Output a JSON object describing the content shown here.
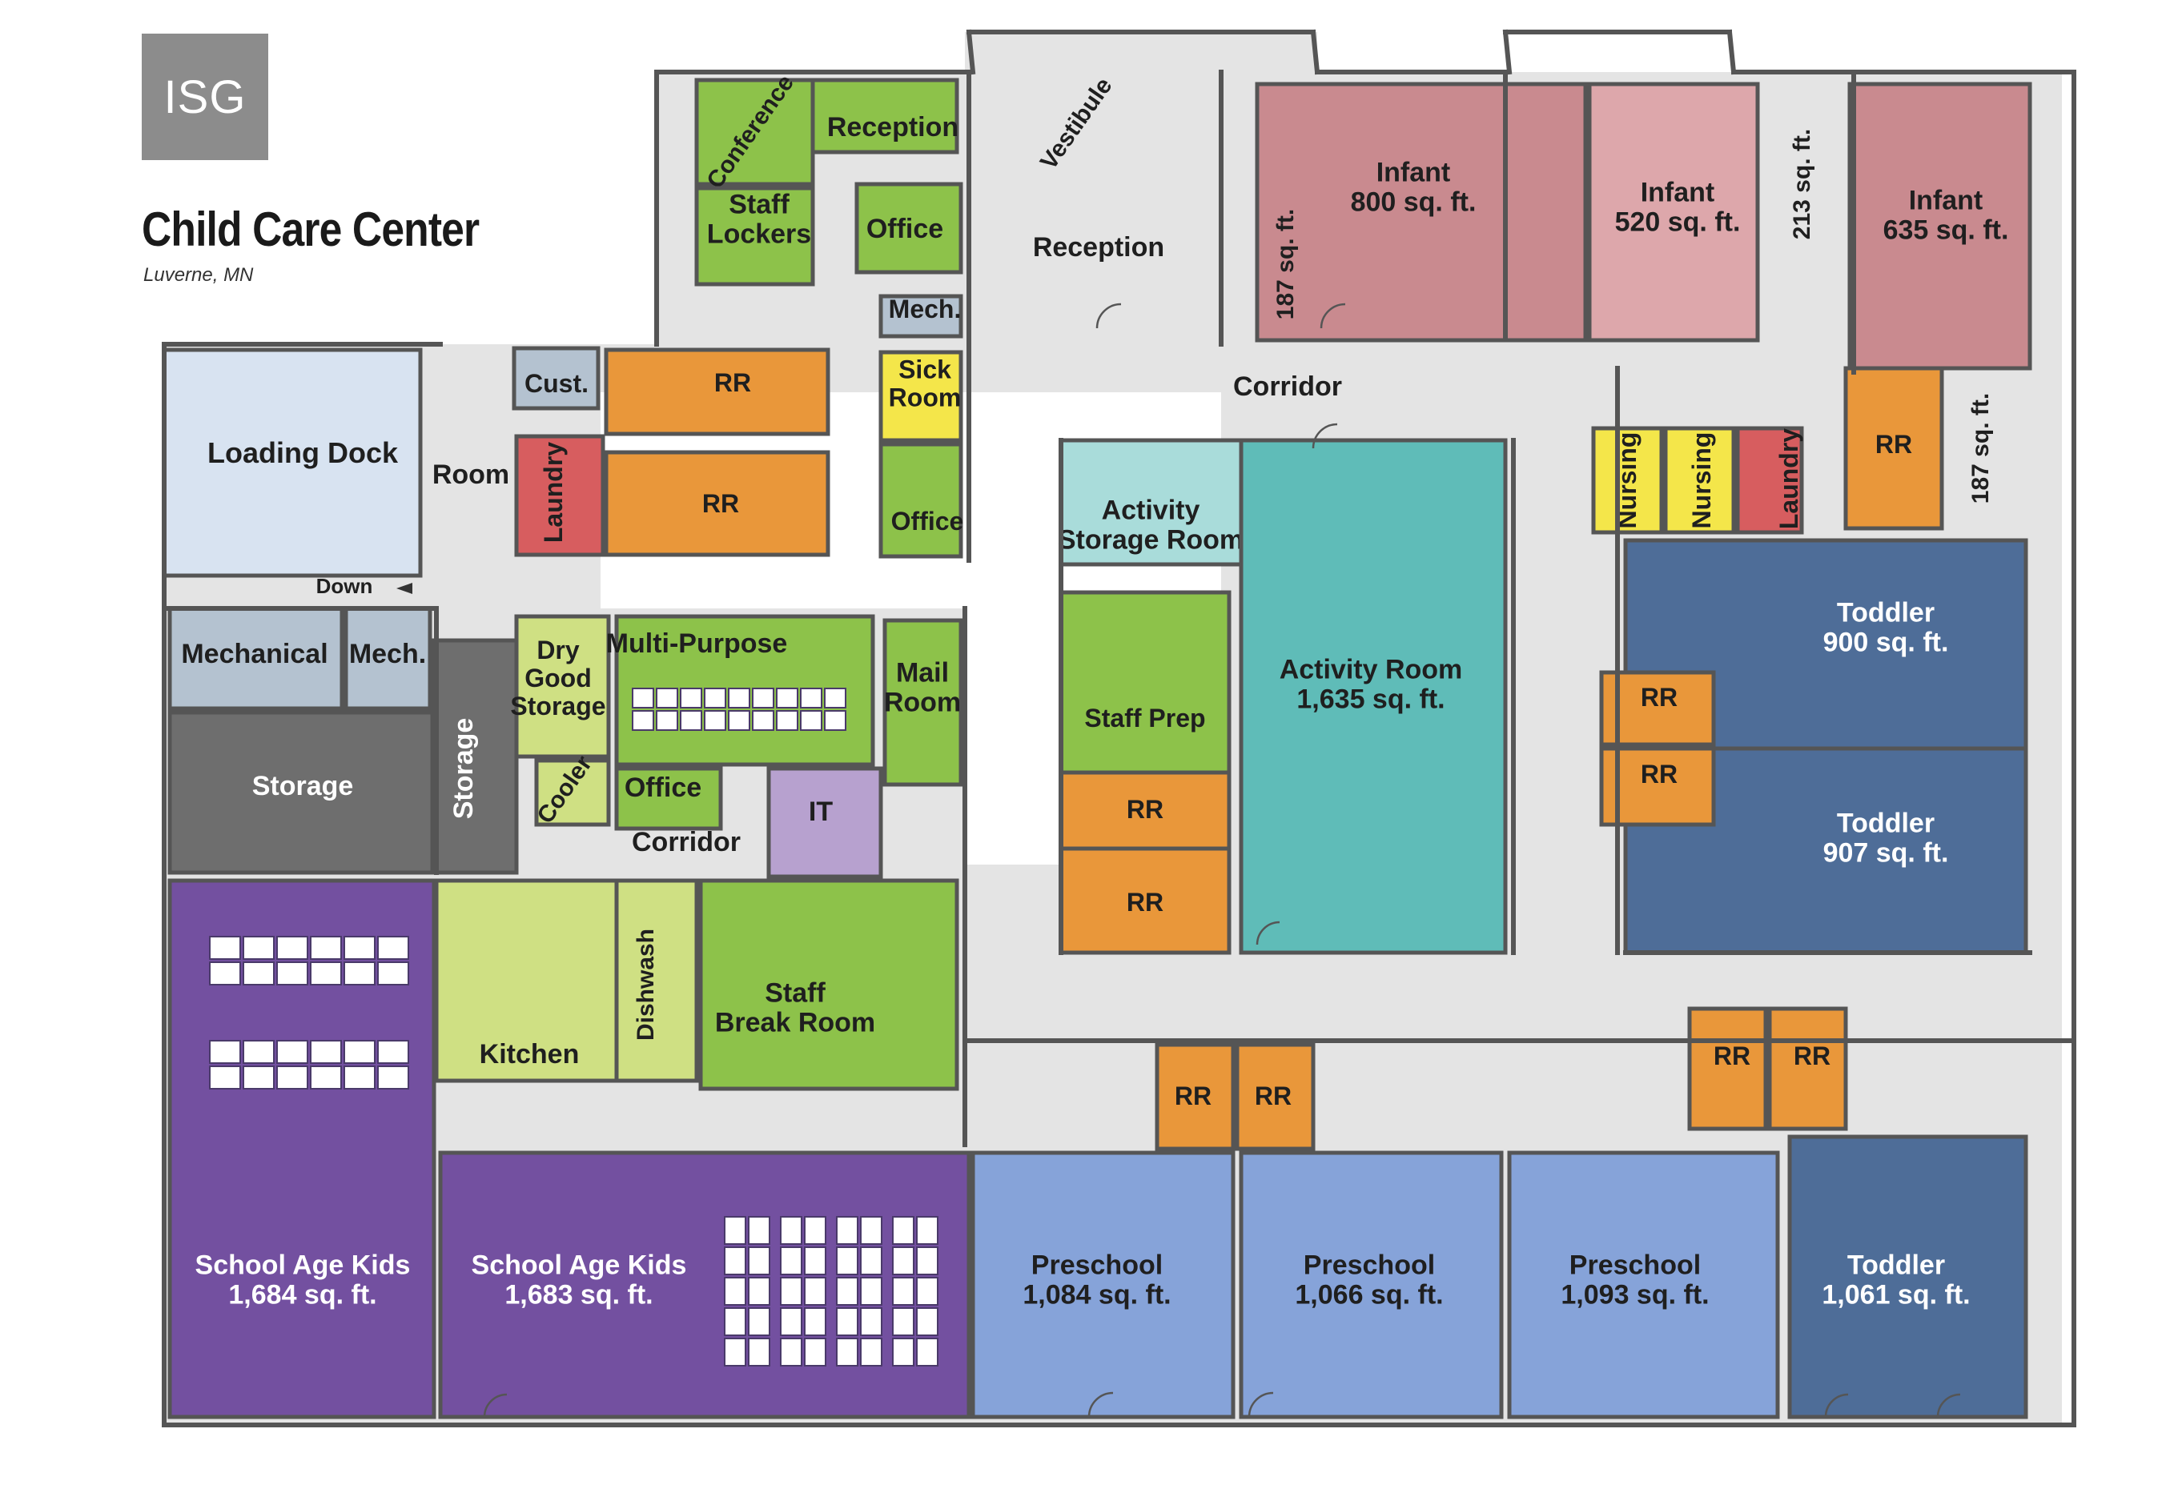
{
  "header": {
    "logo_text": "ISG",
    "title": "Child Care Center",
    "subtitle": "Luverne, MN"
  },
  "colors": {
    "wall": "#555555",
    "corridor": "#e4e4e4",
    "infant_dark": "#c98a8f",
    "infant_light": "#dda7ab",
    "toddler": "#4e6d98",
    "preschool": "#86a3d9",
    "school_age": "#7350a0",
    "restroom": "#e9973a",
    "admin_green": "#8dc24a",
    "kitchen_green": "#cfe083",
    "activity": "#5fbcb8",
    "activity_light": "#a9dcda",
    "service_gray": "#b4c2d0",
    "storage_dark": "#6e6e6e",
    "yellow": "#f4e64a",
    "laundry_red": "#d75d5f",
    "it_purple": "#b7a1cf",
    "loading": "#d8e3f1"
  },
  "rooms": [
    {
      "key": "loading-dock",
      "color": "loading",
      "lines": [
        "Loading Dock"
      ]
    },
    {
      "key": "room",
      "color": "corridor",
      "lines": [
        "Room"
      ]
    },
    {
      "key": "down",
      "color": "corridor",
      "lines": [
        "Down"
      ]
    },
    {
      "key": "cust",
      "color": "service_gray",
      "lines": [
        "Cust."
      ]
    },
    {
      "key": "laundry-1",
      "color": "laundry_red",
      "lines": [
        "Laundry"
      ]
    },
    {
      "key": "rr-upper-admin",
      "color": "restroom",
      "lines": [
        "RR"
      ]
    },
    {
      "key": "rr-lower-admin",
      "color": "restroom",
      "lines": [
        "RR"
      ]
    },
    {
      "key": "conference",
      "color": "admin_green",
      "lines": [
        "Conference"
      ]
    },
    {
      "key": "reception-admin",
      "color": "admin_green",
      "lines": [
        "Reception"
      ]
    },
    {
      "key": "staff-lockers",
      "color": "admin_green",
      "lines": [
        "Staff",
        "Lockers"
      ]
    },
    {
      "key": "office-admin",
      "color": "admin_green",
      "lines": [
        "Office"
      ]
    },
    {
      "key": "mech-small",
      "color": "service_gray",
      "lines": [
        "Mech."
      ]
    },
    {
      "key": "sick-room",
      "color": "yellow",
      "lines": [
        "Sick",
        "Room"
      ]
    },
    {
      "key": "office-small",
      "color": "admin_green",
      "lines": [
        "Office"
      ]
    },
    {
      "key": "vestibule",
      "color": "corridor",
      "lines": [
        "Vestibule"
      ]
    },
    {
      "key": "reception-main",
      "color": "corridor",
      "lines": [
        "Reception"
      ]
    },
    {
      "key": "infant-800",
      "color": "infant_dark",
      "lines": [
        "Infant",
        "800 sq. ft."
      ]
    },
    {
      "key": "infant-187-left",
      "color": "infant_dark",
      "lines": [
        "187 sq. ft."
      ]
    },
    {
      "key": "infant-520",
      "color": "infant_light",
      "lines": [
        "Infant",
        "520 sq. ft."
      ]
    },
    {
      "key": "infant-213",
      "color": "infant_light",
      "lines": [
        "213 sq. ft."
      ]
    },
    {
      "key": "infant-635",
      "color": "infant_dark",
      "lines": [
        "Infant",
        "635 sq. ft."
      ]
    },
    {
      "key": "infant-187-right",
      "color": "infant_dark",
      "lines": [
        "187 sq. ft."
      ]
    },
    {
      "key": "corridor-main",
      "color": "corridor",
      "lines": [
        "Corridor"
      ]
    },
    {
      "key": "nursing-1",
      "color": "yellow",
      "lines": [
        "Nursing"
      ]
    },
    {
      "key": "nursing-2",
      "color": "yellow",
      "lines": [
        "Nursing"
      ]
    },
    {
      "key": "laundry-2",
      "color": "laundry_red",
      "lines": [
        "Laundry"
      ]
    },
    {
      "key": "rr-infant",
      "color": "restroom",
      "lines": [
        "RR"
      ]
    },
    {
      "key": "activity-storage",
      "color": "activity_light",
      "lines": [
        "Activity",
        "Storage Room"
      ]
    },
    {
      "key": "activity-room",
      "color": "activity",
      "lines": [
        "Activity Room",
        "1,635 sq. ft."
      ]
    },
    {
      "key": "staff-prep",
      "color": "admin_green",
      "lines": [
        "Staff Prep"
      ]
    },
    {
      "key": "rr-center-top",
      "color": "restroom",
      "lines": [
        "RR"
      ]
    },
    {
      "key": "rr-center-bottom",
      "color": "restroom",
      "lines": [
        "RR"
      ]
    },
    {
      "key": "toddler-900",
      "color": "toddler",
      "lines": [
        "Toddler",
        "900 sq. ft."
      ]
    },
    {
      "key": "toddler-907",
      "color": "toddler",
      "lines": [
        "Toddler",
        "907 sq. ft."
      ]
    },
    {
      "key": "rr-toddler-top",
      "color": "restroom",
      "lines": [
        "RR"
      ]
    },
    {
      "key": "rr-toddler-bottom",
      "color": "restroom",
      "lines": [
        "RR"
      ]
    },
    {
      "key": "mechanical",
      "color": "service_gray",
      "lines": [
        "Mechanical"
      ]
    },
    {
      "key": "mech-west",
      "color": "service_gray",
      "lines": [
        "Mech."
      ]
    },
    {
      "key": "storage-main",
      "color": "storage_dark",
      "lines": [
        "Storage"
      ]
    },
    {
      "key": "storage-vertical",
      "color": "storage_dark",
      "lines": [
        "Storage"
      ]
    },
    {
      "key": "dry-good-storage",
      "color": "kitchen_green",
      "lines": [
        "Dry",
        "Good",
        "Storage"
      ]
    },
    {
      "key": "cooler",
      "color": "kitchen_green",
      "lines": [
        "Cooler"
      ]
    },
    {
      "key": "multi-purpose",
      "color": "admin_green",
      "lines": [
        "Multi-Purpose"
      ]
    },
    {
      "key": "office-kitchen",
      "color": "admin_green",
      "lines": [
        "Office"
      ]
    },
    {
      "key": "it",
      "color": "it_purple",
      "lines": [
        "IT"
      ]
    },
    {
      "key": "corridor-small",
      "color": "corridor",
      "lines": [
        "Corridor"
      ]
    },
    {
      "key": "mail-room",
      "color": "admin_green",
      "lines": [
        "Mail",
        "Room"
      ]
    },
    {
      "key": "kitchen",
      "color": "kitchen_green",
      "lines": [
        "Kitchen"
      ]
    },
    {
      "key": "dishwash",
      "color": "kitchen_green",
      "lines": [
        "Dishwash"
      ]
    },
    {
      "key": "staff-break-room",
      "color": "admin_green",
      "lines": [
        "Staff",
        "Break Room"
      ]
    },
    {
      "key": "school-age-1",
      "color": "school_age",
      "lines": [
        "School Age Kids",
        "1,684 sq. ft."
      ]
    },
    {
      "key": "school-age-2",
      "color": "school_age",
      "lines": [
        "School Age Kids",
        "1,683 sq. ft."
      ]
    },
    {
      "key": "preschool-1084",
      "color": "preschool",
      "lines": [
        "Preschool",
        "1,084 sq. ft."
      ]
    },
    {
      "key": "preschool-1066",
      "color": "preschool",
      "lines": [
        "Preschool",
        "1,066 sq. ft."
      ]
    },
    {
      "key": "preschool-1093",
      "color": "preschool",
      "lines": [
        "Preschool",
        "1,093 sq. ft."
      ]
    },
    {
      "key": "rr-preschool-1",
      "color": "restroom",
      "lines": [
        "RR"
      ]
    },
    {
      "key": "rr-preschool-2",
      "color": "restroom",
      "lines": [
        "RR"
      ]
    },
    {
      "key": "rr-preschool-3",
      "color": "restroom",
      "lines": [
        "RR"
      ]
    },
    {
      "key": "rr-preschool-4",
      "color": "restroom",
      "lines": [
        "RR"
      ]
    },
    {
      "key": "toddler-1061",
      "color": "toddler",
      "lines": [
        "Toddler",
        "1,061 sq. ft."
      ]
    }
  ]
}
